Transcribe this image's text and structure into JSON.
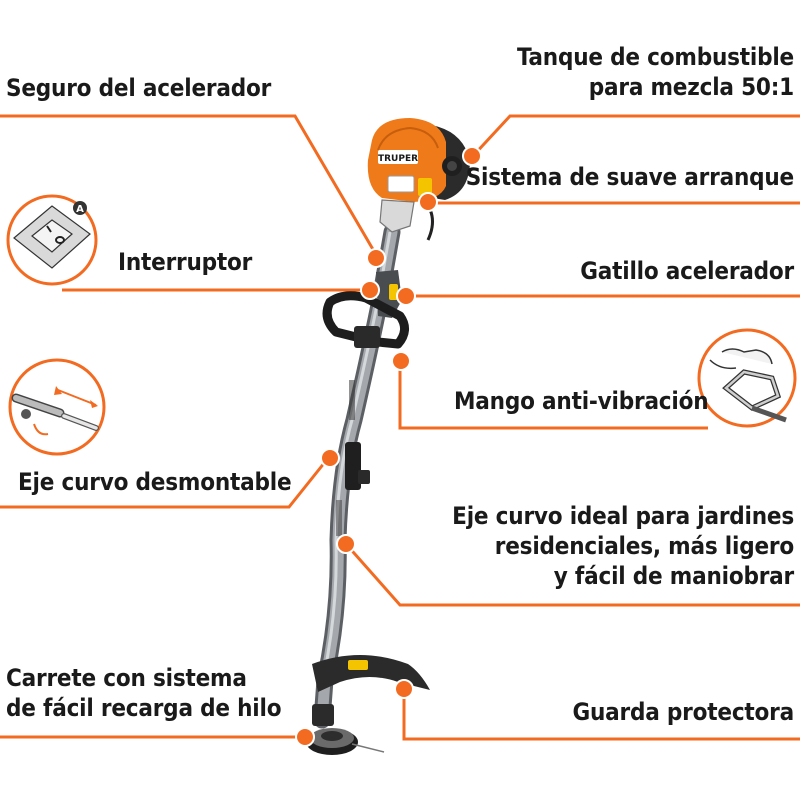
{
  "colors": {
    "accent": "#f26b21",
    "product_orange": "#ef7a1a",
    "shaft": "#8e9296",
    "text": "#1a1a1a"
  },
  "brand": "TRUPER",
  "switch_badge": "A",
  "callouts": {
    "seguro": "Seguro del acelerador",
    "tanque_1": "Tanque de combustible",
    "tanque_2": "para mezcla 50:1",
    "arranque": "Sistema de suave arranque",
    "interruptor": "Interruptor",
    "gatillo": "Gatillo acelerador",
    "mango": "Mango anti-vibración",
    "eje_desmontable": "Eje curvo desmontable",
    "eje_ideal_1": "Eje curvo ideal para jardines",
    "eje_ideal_2": "residenciales, más ligero",
    "eje_ideal_3": "y fácil de maniobrar",
    "carrete_1": "Carrete con sistema",
    "carrete_2": "de fácil recarga de hilo",
    "guarda": "Guarda protectora"
  }
}
